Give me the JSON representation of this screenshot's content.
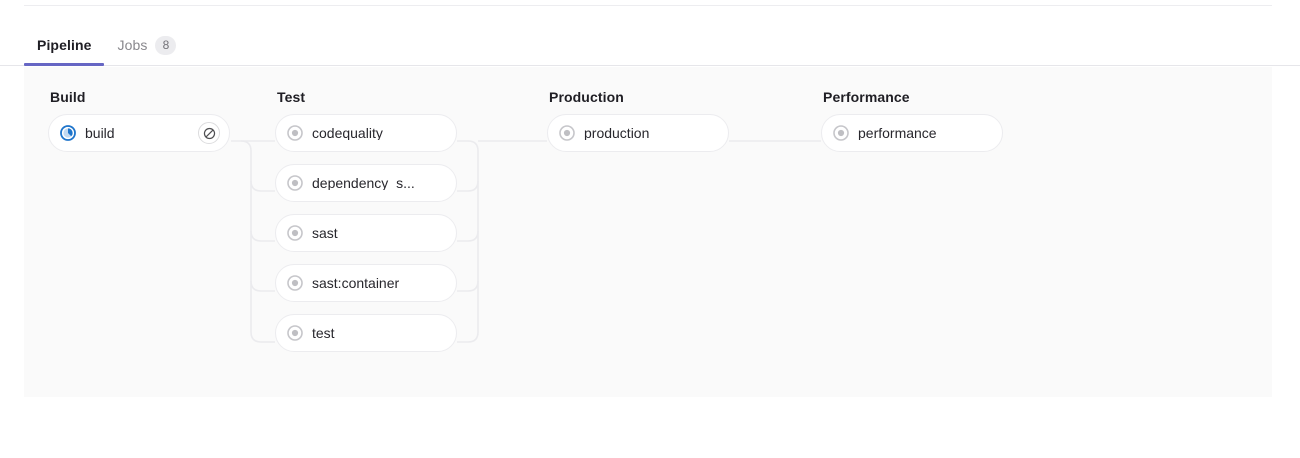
{
  "tabs": [
    {
      "id": "pipeline",
      "label": "Pipeline",
      "active": true,
      "badge": null
    },
    {
      "id": "jobs",
      "label": "Jobs",
      "active": false,
      "badge": "8"
    }
  ],
  "colors": {
    "accent": "#6666c4",
    "running": "#1f75cb",
    "created": "#bfbfc3",
    "panel_bg": "#fafafa",
    "node_border": "#ececef",
    "connector": "#ebebee",
    "text_primary": "#1f1e24",
    "text_muted": "#89888d"
  },
  "pipeline": {
    "stages": [
      {
        "name": "Build",
        "title": "Build",
        "jobs": [
          {
            "name": "build",
            "status": "running",
            "status_icon": "status-running-icon",
            "action": {
              "name": "cancel-job-button",
              "icon": "cancel-icon"
            }
          }
        ]
      },
      {
        "name": "Test",
        "title": "Test",
        "jobs": [
          {
            "name": "codequality",
            "status": "created",
            "status_icon": "status-created-icon",
            "action": null
          },
          {
            "name": "dependency_s...",
            "status": "created",
            "status_icon": "status-created-icon",
            "action": null
          },
          {
            "name": "sast",
            "status": "created",
            "status_icon": "status-created-icon",
            "action": null
          },
          {
            "name": "sast:container",
            "status": "created",
            "status_icon": "status-created-icon",
            "action": null
          },
          {
            "name": "test",
            "status": "created",
            "status_icon": "status-created-icon",
            "action": null
          }
        ]
      },
      {
        "name": "Production",
        "title": "Production",
        "jobs": [
          {
            "name": "production",
            "status": "created",
            "status_icon": "status-created-icon",
            "action": null
          }
        ]
      },
      {
        "name": "Performance",
        "title": "Performance",
        "jobs": [
          {
            "name": "performance",
            "status": "created",
            "status_icon": "status-created-icon",
            "action": null
          }
        ]
      }
    ]
  }
}
